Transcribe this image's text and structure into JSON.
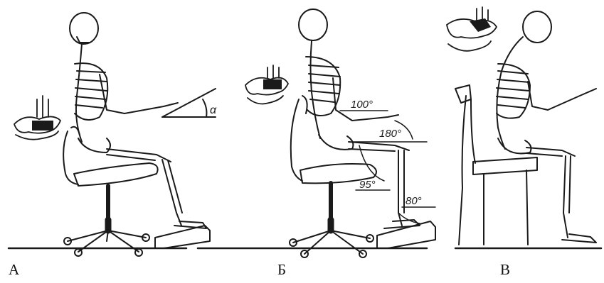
{
  "panels": [
    {
      "label": "А",
      "angle_symbol": "α"
    },
    {
      "label": "Б",
      "angles": [
        "100°",
        "180°",
        "95°",
        "80°"
      ]
    },
    {
      "label": "В"
    }
  ],
  "colors": {
    "ink": "#1a1a1a",
    "background": "#ffffff"
  }
}
